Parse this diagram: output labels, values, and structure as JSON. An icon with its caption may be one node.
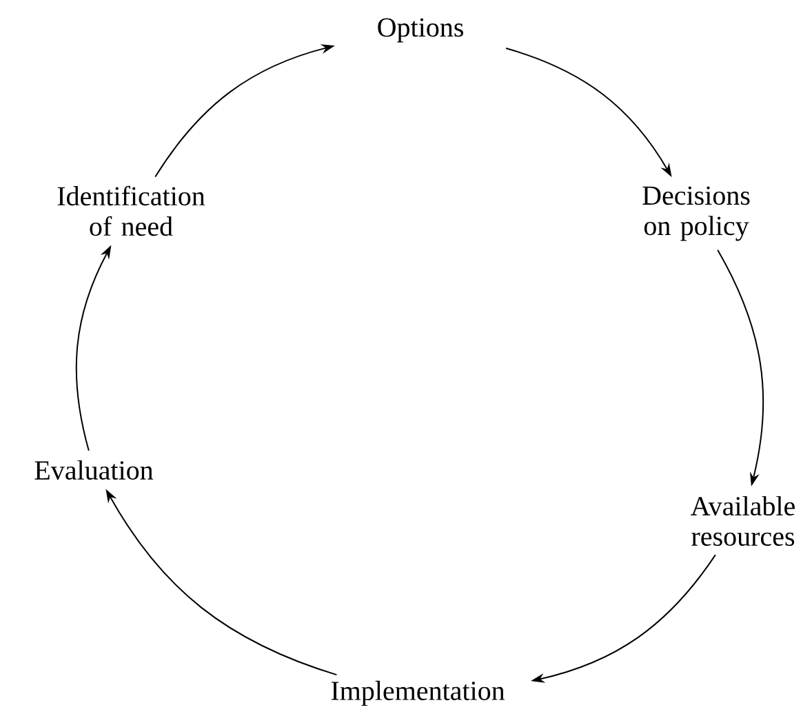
{
  "diagram": {
    "nodes": [
      {
        "text": [
          "Options"
        ]
      },
      {
        "text": [
          "Decisions on policy"
        ]
      },
      {
        "text": [
          "Available resources"
        ]
      },
      {
        "text": [
          "Implementation"
        ]
      },
      {
        "text": [
          "Evaluation"
        ]
      },
      {
        "text": [
          "Identification of need"
        ]
      }
    ],
    "edges": [
      {
        "from": 0,
        "to": 1,
        "arrow": "to"
      },
      {
        "from": 1,
        "to": 2,
        "arrow": "to"
      },
      {
        "from": 2,
        "to": 3,
        "arrow": "to"
      },
      {
        "from": 3,
        "to": 4,
        "arrow": "to"
      },
      {
        "from": 4,
        "to": 5,
        "arrow": "to"
      },
      {
        "from": 5,
        "to": 0,
        "arrow": "to"
      }
    ]
  }
}
